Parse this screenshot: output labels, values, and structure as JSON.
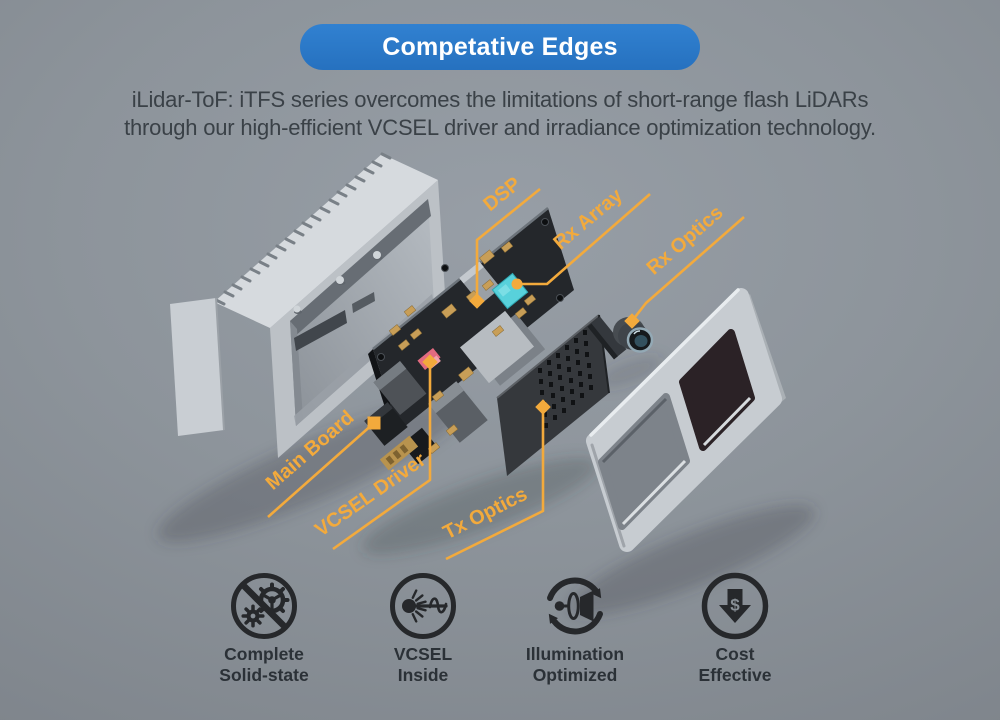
{
  "page": {
    "background_color": "#8d949b"
  },
  "header": {
    "badge_label": "Competative Edges",
    "badge_color": "#2b79c8"
  },
  "subtitle": {
    "lines": [
      "iLidar-ToF: iTFS series overcomes the limitations of short-range flash LiDARs",
      "through our high-efficient VCSEL driver and irradiance optimization technology."
    ]
  },
  "diagram": {
    "accent_color": "#f3aa3c",
    "callouts": {
      "dsp": {
        "label": "DSP"
      },
      "rx_array": {
        "label": "Rx Array"
      },
      "rx_optics": {
        "label": "Rx Optics"
      },
      "main_board": {
        "label": "Main Board"
      },
      "vcsel_driver": {
        "label": "VCSEL Driver"
      },
      "tx_optics": {
        "label": "Tx Optics"
      }
    }
  },
  "features": [
    {
      "icon": "gears-prohibited-icon",
      "line1": "Complete",
      "line2": "Solid-state"
    },
    {
      "icon": "vcsel-emitter-icon",
      "line1": "VCSEL",
      "line2": "Inside"
    },
    {
      "icon": "lens-rotation-icon",
      "line1": "Illumination",
      "line2": "Optimized"
    },
    {
      "icon": "cost-down-arrow-icon",
      "line1": "Cost",
      "line2": "Effective",
      "glyph": "$"
    }
  ]
}
